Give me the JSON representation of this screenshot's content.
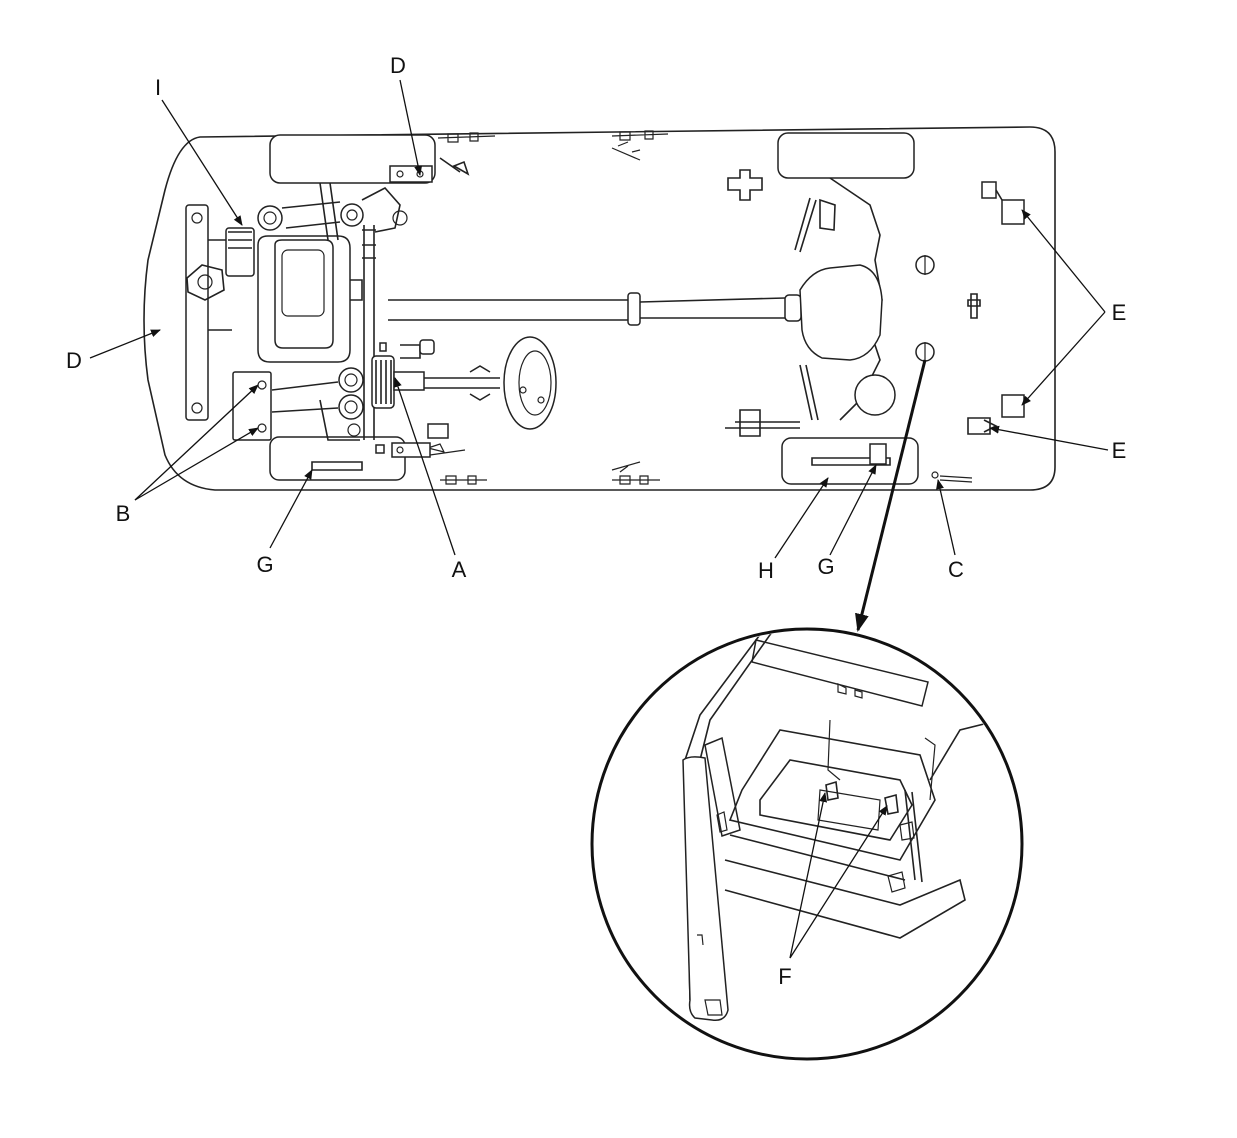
{
  "diagram": {
    "line_color": "#222222",
    "background": "#ffffff",
    "callouts": {
      "I": "I",
      "D_top": "D",
      "D_left": "D",
      "E_right": "E",
      "E_lower": "E",
      "B": "B",
      "G_left": "G",
      "A": "A",
      "H": "H",
      "G_right": "G",
      "C": "C",
      "F": "F"
    }
  }
}
